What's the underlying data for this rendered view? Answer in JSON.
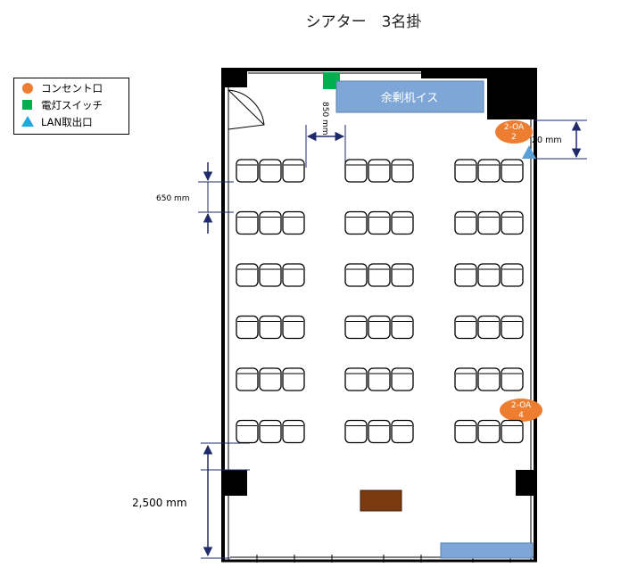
{
  "title": "シアター　3名掛",
  "legend": {
    "outlet_label": "コンセント口",
    "switch_label": "電灯スイッチ",
    "lan_label": "LAN取出口",
    "colors": {
      "outlet": "#ED7D31",
      "switch": "#00B050",
      "lan": "#1CA8E0"
    }
  },
  "plan": {
    "spare_label": "余剰机イス",
    "outlet_top_label": "2-OA\n2",
    "outlet_bottom_label": "2-OA\n4",
    "dim_aisle": "850 mm",
    "dim_wall": "20 mm",
    "dim_row": "650 mm",
    "dim_front": "2,500 mm",
    "seating": {
      "rows": 6,
      "blocks": 3,
      "seats_per_block": 3
    },
    "colors": {
      "spare": "#7EA6D6",
      "podium": "#7B3A10",
      "dim": "#1F2A6B"
    }
  }
}
